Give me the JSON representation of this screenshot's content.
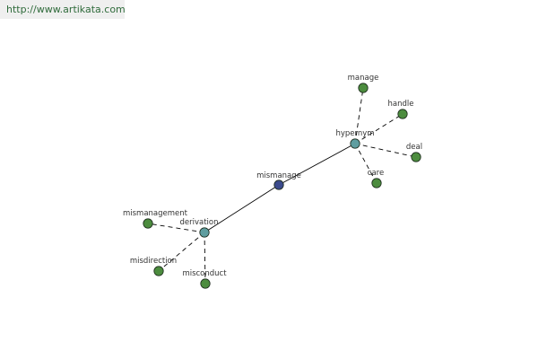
{
  "site": {
    "url_text": "http://www.artikata.com"
  },
  "colors": {
    "leaf": "#4c8c3e",
    "hub": "#5f9ea0",
    "center": "#3b4a8c"
  },
  "graph": {
    "nodes": [
      {
        "id": "mismanage",
        "label": "mismanage",
        "type": "center"
      },
      {
        "id": "hypernym",
        "label": "hypernym",
        "type": "hub"
      },
      {
        "id": "derivation",
        "label": "derivation",
        "type": "hub"
      },
      {
        "id": "manage",
        "label": "manage",
        "type": "leaf"
      },
      {
        "id": "handle",
        "label": "handle",
        "type": "leaf"
      },
      {
        "id": "deal",
        "label": "deal",
        "type": "leaf"
      },
      {
        "id": "care",
        "label": "care",
        "type": "leaf"
      },
      {
        "id": "mismanagement",
        "label": "mismanagement",
        "type": "leaf"
      },
      {
        "id": "misdirection",
        "label": "misdirection",
        "type": "leaf"
      },
      {
        "id": "misconduct",
        "label": "misconduct",
        "type": "leaf"
      }
    ],
    "edges": [
      {
        "from": "mismanage",
        "to": "hypernym",
        "style": "solid"
      },
      {
        "from": "mismanage",
        "to": "derivation",
        "style": "solid"
      },
      {
        "from": "hypernym",
        "to": "manage",
        "style": "dashed"
      },
      {
        "from": "hypernym",
        "to": "handle",
        "style": "dashed"
      },
      {
        "from": "hypernym",
        "to": "deal",
        "style": "dashed"
      },
      {
        "from": "hypernym",
        "to": "care",
        "style": "dashed"
      },
      {
        "from": "derivation",
        "to": "mismanagement",
        "style": "dashed"
      },
      {
        "from": "derivation",
        "to": "misdirection",
        "style": "dashed"
      },
      {
        "from": "derivation",
        "to": "misconduct",
        "style": "dashed"
      }
    ]
  }
}
